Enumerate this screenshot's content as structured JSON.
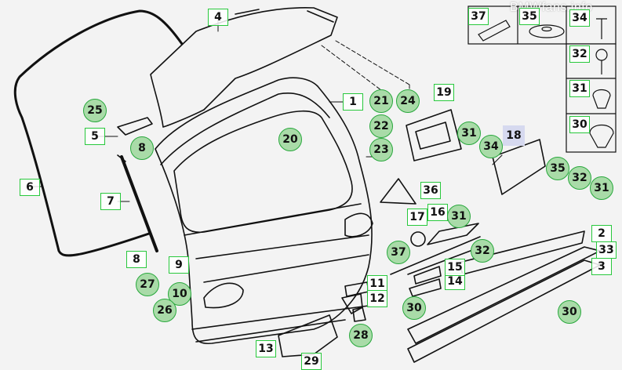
{
  "watermark": "BMWfans.info",
  "callouts": [
    {
      "t": "1"
    },
    {
      "t": "2"
    },
    {
      "t": "3"
    },
    {
      "t": "4"
    },
    {
      "t": "5"
    },
    {
      "t": "6"
    },
    {
      "t": "7"
    },
    {
      "t": "8"
    },
    {
      "t": "8"
    },
    {
      "t": "9"
    },
    {
      "t": "10"
    },
    {
      "t": "11"
    },
    {
      "t": "12"
    },
    {
      "t": "13"
    },
    {
      "t": "14"
    },
    {
      "t": "15"
    },
    {
      "t": "16"
    },
    {
      "t": "17"
    },
    {
      "t": "18"
    },
    {
      "t": "19"
    },
    {
      "t": "20"
    },
    {
      "t": "21"
    },
    {
      "t": "22"
    },
    {
      "t": "23"
    },
    {
      "t": "24"
    },
    {
      "t": "25"
    },
    {
      "t": "26"
    },
    {
      "t": "27"
    },
    {
      "t": "28"
    },
    {
      "t": "29"
    },
    {
      "t": "30"
    },
    {
      "t": "30"
    },
    {
      "t": "30"
    },
    {
      "t": "31"
    },
    {
      "t": "31"
    },
    {
      "t": "31"
    },
    {
      "t": "31"
    },
    {
      "t": "32"
    },
    {
      "t": "32"
    },
    {
      "t": "32"
    },
    {
      "t": "33"
    },
    {
      "t": "34"
    },
    {
      "t": "34"
    },
    {
      "t": "35"
    },
    {
      "t": "35"
    },
    {
      "t": "36"
    },
    {
      "t": "37"
    },
    {
      "t": "37"
    }
  ]
}
